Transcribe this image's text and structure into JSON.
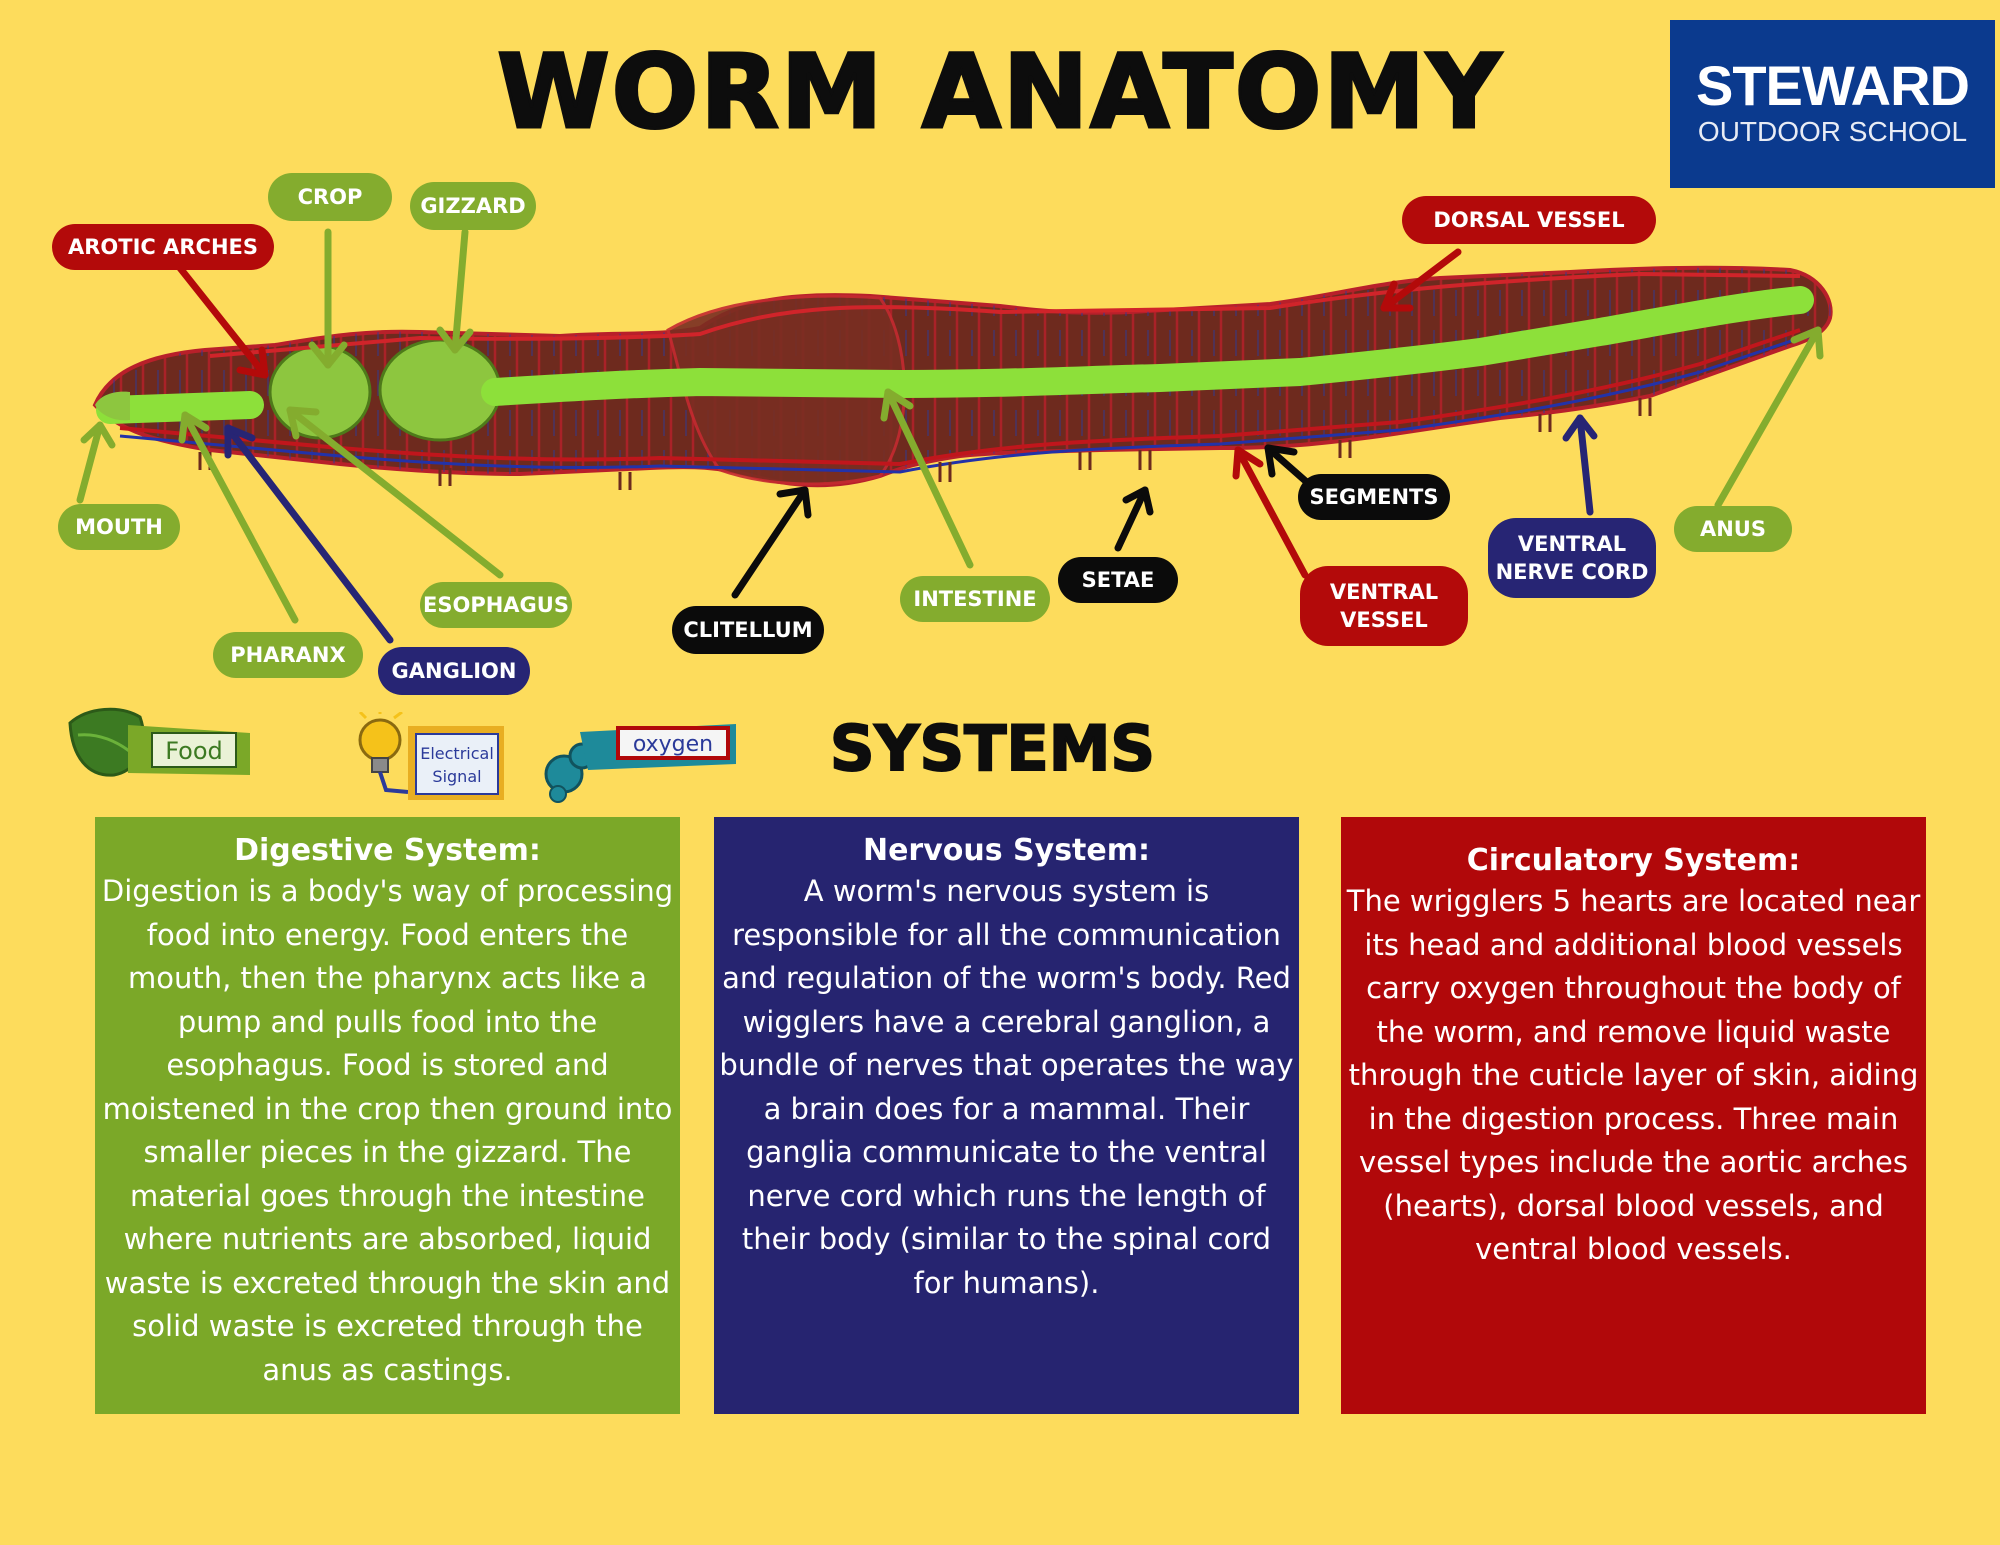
{
  "title": "WORM ANATOMY",
  "logo": {
    "line1": "STEWARD",
    "line2": "OUTDOOR SCHOOL"
  },
  "labels": {
    "mouth": "MOUTH",
    "aortic_arches": "AROTIC ARCHES",
    "crop": "CROP",
    "gizzard": "GIZZARD",
    "pharanx": "PHARANX",
    "ganglion": "GANGLION",
    "esophagus": "ESOPHAGUS",
    "clitellum": "CLITELLUM",
    "intestine": "INTESTINE",
    "setae": "SETAE",
    "segments": "SEGMENTS",
    "ventral_vessel_1": "VENTRAL",
    "ventral_vessel_2": "VESSEL",
    "dorsal_vessel": "DORSAL VESSEL",
    "ventral_nerve_cord_1": "VENTRAL",
    "ventral_nerve_cord_2": "NERVE CORD",
    "anus": "ANUS"
  },
  "key": {
    "food": "Food",
    "electrical_1": "Electrical",
    "electrical_2": "Signal",
    "oxygen": "oxygen"
  },
  "systems_title": "SYSTEMS",
  "digestive": {
    "heading": "Digestive System:",
    "body": "Digestion is a body's way of processing food into energy. Food enters the mouth, then the pharynx acts like a pump and pulls food into the esophagus. Food is stored  and moistened in the crop then ground into smaller pieces in the gizzard. The material goes through the intestine where nutrients are absorbed, liquid waste is excreted through the skin and solid waste is excreted through the anus as castings."
  },
  "nervous": {
    "heading": "Nervous System:",
    "body": "A worm's nervous system is responsible for all the communication and regulation of the worm's body. Red wigglers have a cerebral ganglion, a bundle of nerves that operates the way a brain does for a mammal. Their ganglia communicate to the ventral nerve cord which runs the length of their body (similar to the spinal cord for humans)."
  },
  "circulatory": {
    "heading": "Circulatory System:",
    "body": "The wrigglers 5 hearts are located near its head and additional blood vessels carry oxygen throughout the body of the worm, and remove liquid waste through the cuticle layer of skin, aiding in the digestion process. Three main vessel types include the aortic arches (hearts), dorsal blood vessels, and ventral blood vessels."
  },
  "colors": {
    "background": "#FDDC5C",
    "green": "#7BA828",
    "navy": "#262470",
    "red": "#B1080A",
    "black": "#0b0b0b",
    "logo_blue": "#0B3A8E"
  }
}
